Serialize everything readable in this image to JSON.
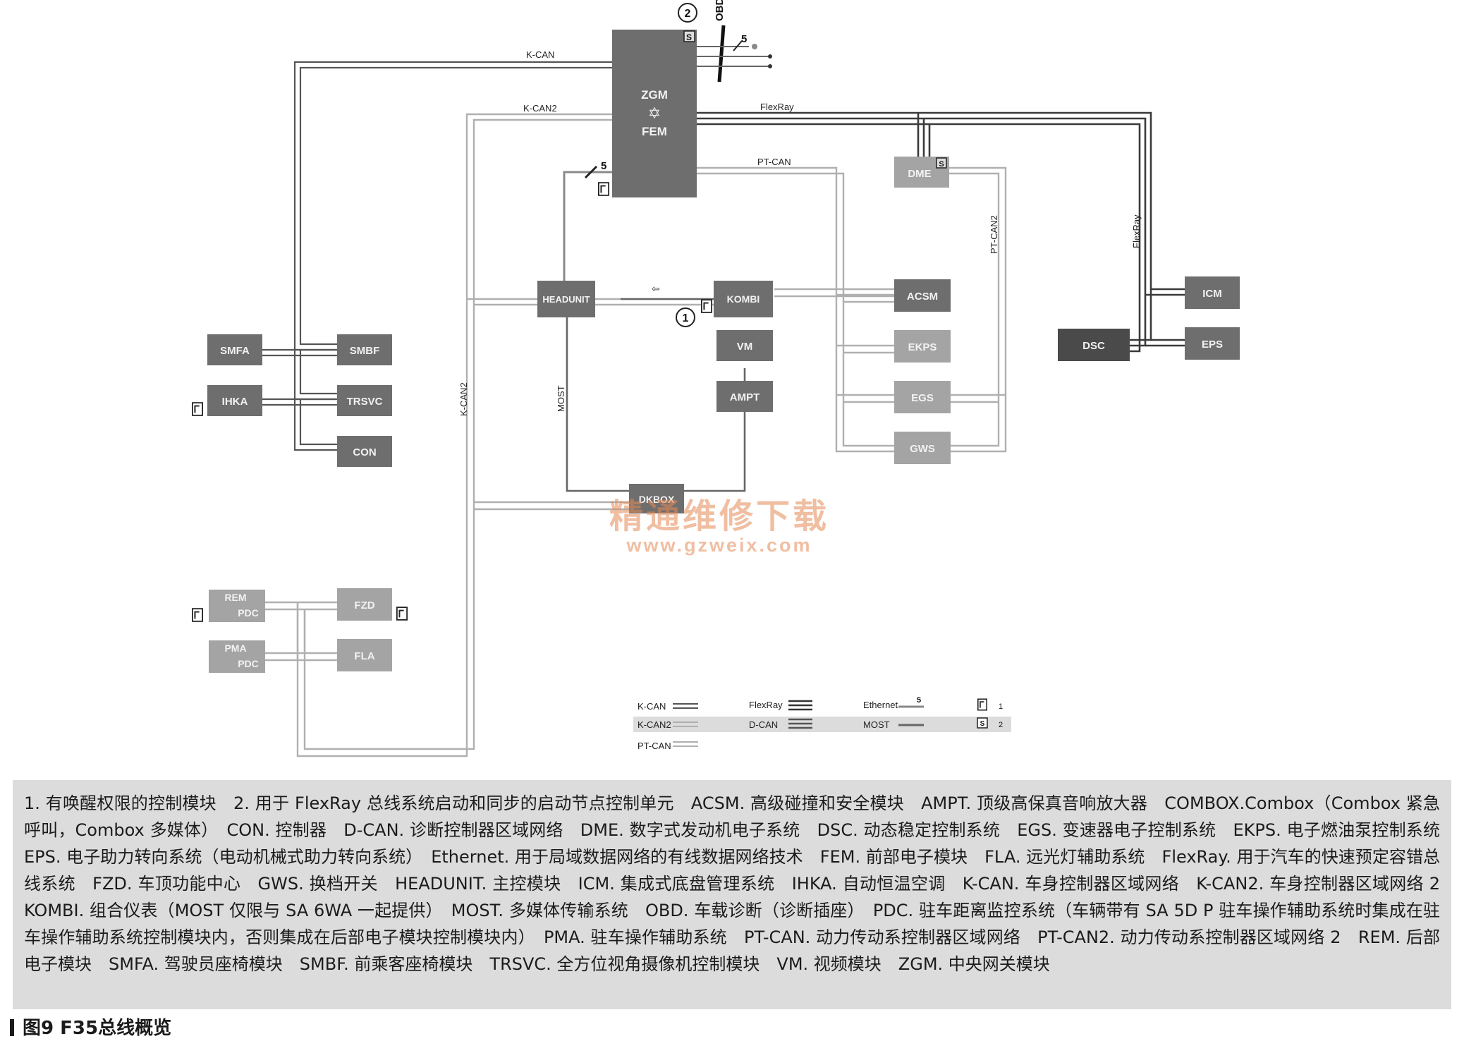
{
  "modules": {
    "zgm_fem": {
      "line1": "ZGM",
      "line2": "FEM"
    },
    "dme": "DME",
    "headunit": "HEADUNIT",
    "kombi": "KOMBI",
    "vm": "VM",
    "ampt": "AMPT",
    "combox": "DKBOX",
    "acsm": "ACSM",
    "ekps": "EKPS",
    "egs": "EGS",
    "gws": "GWS",
    "icm": "ICM",
    "dsc": "DSC",
    "eps": "EPS",
    "smfa": "SMFA",
    "smbf": "SMBF",
    "ihka": "IHKA",
    "trsvc": "TRSVC",
    "con": "CON",
    "rem_pdc": {
      "line1": "REM",
      "line2": "PDC"
    },
    "fzd": "FZD",
    "pma_pdc": {
      "line1": "PMA",
      "line2": "PDC"
    },
    "fla": "FLA"
  },
  "bus_labels": {
    "kcan": "K-CAN",
    "kcan2_top": "K-CAN2",
    "flexray": "FlexRay",
    "ptcan": "PT-CAN",
    "ptcan2": "PT-CAN2",
    "flexray_vertical": "FlexRay",
    "kcan2_vertical": "K-CAN2",
    "most": "MOST",
    "obd": "OBD",
    "ethernet_count": "5",
    "zgm_count": "5"
  },
  "markers": {
    "circle1": "1",
    "circle2": "2",
    "s_mark": "S"
  },
  "legend": {
    "kcan": "K-CAN",
    "kcan2": "K-CAN2",
    "ptcan": "PT-CAN",
    "flexray": "FlexRay",
    "dcan": "D-CAN",
    "ethernet": "Ethernet",
    "ethernet_count": "5",
    "most": "MOST",
    "key1": "1",
    "key2": "2",
    "s_mark": "S"
  },
  "watermark": {
    "line1": "精通维修下载",
    "line2": "www.gzweix.com"
  },
  "caption": "1. 有唤醒权限的控制模块　2. 用于 FlexRay 总线系统启动和同步的启动节点控制单元　ACSM. 高级碰撞和安全模块　AMPT. 顶级高保真音响放大器　COMBOX.Combox（Combox 紧急呼叫，Combox 多媒体）　CON. 控制器　D-CAN. 诊断控制器区域网络　DME. 数字式发动机电子系统　DSC. 动态稳定控制系统　EGS. 变速器电子控制系统　EKPS. 电子燃油泵控制系统　EPS. 电子助力转向系统（电动机械式助力转向系统）　Ethernet. 用于局域数据网络的有线数据网络技术　FEM. 前部电子模块　FLA. 远光灯辅助系统　FlexRay. 用于汽车的快速预定容错总线系统　FZD. 车顶功能中心　GWS. 换档开关　HEADUNIT. 主控模块　ICM. 集成式底盘管理系统　IHKA. 自动恒温空调　K-CAN. 车身控制器区域网络　K-CAN2. 车身控制器区域网络 2　KOMBI. 组合仪表（MOST 仅限与 SA 6WA 一起提供）　MOST. 多媒体传输系统　OBD. 车载诊断（诊断插座）　PDC. 驻车距离监控系统（车辆带有 SA 5D P 驻车操作辅助系统时集成在驻车操作辅助系统控制模块内，否则集成在后部电子模块控制模块内）　PMA. 驻车操作辅助系统　PT-CAN. 动力传动系控制器区域网络　PT-CAN2. 动力传动系控制器区域网络 2　REM. 后部电子模块　SMFA. 驾驶员座椅模块　SMBF. 前乘客座椅模块　TRSVC. 全方位视角摄像机控制模块　VM. 视频模块　ZGM. 中央网关模块",
  "figure_title": "图9  F35总线概览"
}
